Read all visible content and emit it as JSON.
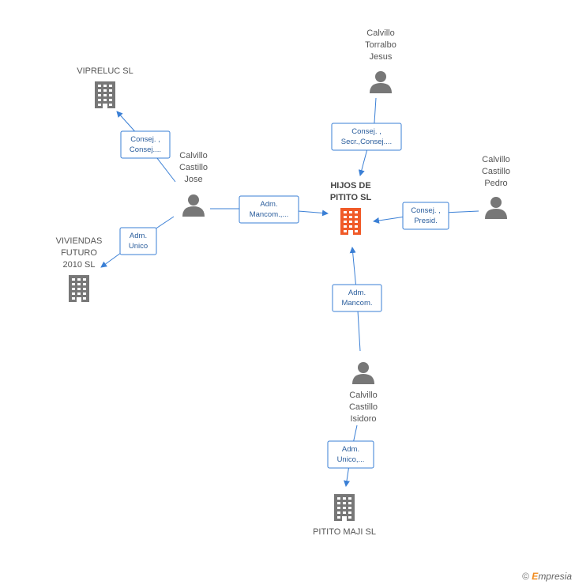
{
  "nodes": [
    {
      "id": "hijos",
      "type": "company",
      "main": true,
      "lines": [
        "HIJOS DE",
        "PITITO SL"
      ]
    },
    {
      "id": "torralbo",
      "type": "person",
      "lines": [
        "Calvillo",
        "Torralbo",
        "Jesus"
      ]
    },
    {
      "id": "pedro",
      "type": "person",
      "lines": [
        "Calvillo",
        "Castillo",
        "Pedro"
      ]
    },
    {
      "id": "jose",
      "type": "person",
      "lines": [
        "Calvillo",
        "Castillo",
        "Jose"
      ]
    },
    {
      "id": "isidoro",
      "type": "person",
      "lines": [
        "Calvillo",
        "Castillo",
        "Isidoro"
      ]
    },
    {
      "id": "vipreluc",
      "type": "company",
      "lines": [
        "VIPRELUC SL"
      ]
    },
    {
      "id": "viviendas",
      "type": "company",
      "lines": [
        "VIVIENDAS",
        "FUTURO",
        "2010 SL"
      ]
    },
    {
      "id": "pitito_maji",
      "type": "company",
      "lines": [
        "PITITO MAJI SL"
      ]
    }
  ],
  "edges": [
    {
      "id": "e1",
      "from": "torralbo",
      "to": "hijos",
      "lines": [
        "Consej. ,",
        "Secr.,Consej...."
      ]
    },
    {
      "id": "e2",
      "from": "pedro",
      "to": "hijos",
      "lines": [
        "Consej. ,",
        "Presid."
      ]
    },
    {
      "id": "e3",
      "from": "jose",
      "to": "hijos",
      "lines": [
        "Adm.",
        "Mancom.,..."
      ]
    },
    {
      "id": "e4",
      "from": "isidoro",
      "to": "hijos",
      "lines": [
        "Adm.",
        "Mancom."
      ]
    },
    {
      "id": "e5",
      "from": "jose",
      "to": "vipreluc",
      "lines": [
        "Consej. ,",
        "Consej...."
      ]
    },
    {
      "id": "e6",
      "from": "jose",
      "to": "viviendas",
      "lines": [
        "Adm.",
        "Unico"
      ]
    },
    {
      "id": "e7",
      "from": "isidoro",
      "to": "pitito_maji",
      "lines": [
        "Adm.",
        "Unico,..."
      ]
    }
  ],
  "colors": {
    "main_company": "#f05a28",
    "company": "#777777",
    "person": "#777777",
    "edge": "#3a7fd5"
  },
  "footer": {
    "copyright": "©",
    "brand_first": "E",
    "brand_rest": "mpresia"
  }
}
